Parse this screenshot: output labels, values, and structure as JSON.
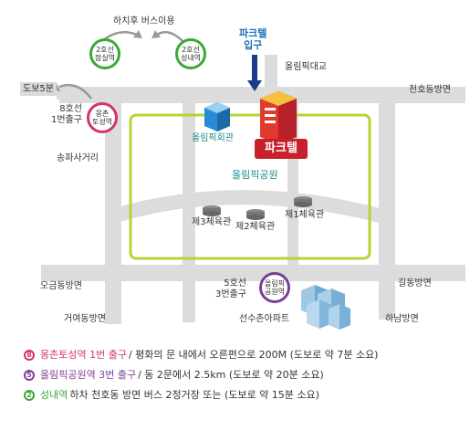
{
  "map": {
    "bus_transfer_label": "하치후 버스이용",
    "parktel_entrance_label": "파크텔\n입구",
    "olympic_bridge_label": "올림픽대교",
    "cheonho_dong_label": "천호동방면",
    "dobo5_label": "도보5분",
    "line8_exit_label": "8호선\n1번출구",
    "songpa_label": "송파사거리",
    "olympic_hall_label": "올림픽회관",
    "parktel_sign": "파크텔",
    "olympic_park_label": "올림픽공원",
    "gym3_label": "제3체육관",
    "gym2_label": "제2체육관",
    "gym1_label": "제1체육관",
    "ogeum_label": "오금동방면",
    "geoyeo_label": "거여동방면",
    "line5_exit_label": "5호선\n3번출구",
    "athletes_apt_label": "선수촌아파트",
    "gildong_label": "길동방면",
    "hanam_label": "하남방면"
  },
  "stations": {
    "jamsil": "2호선\n잠실역",
    "seongnae": "2호선\n성내역",
    "mongchon": "몽촌\n토성역",
    "olympic_park": "올림픽\n공원역"
  },
  "legend": [
    {
      "num": "8",
      "color": "#d6336c",
      "highlight": "몽촌토성역 1번 출구",
      "text": " / 평화의 문 내에서 오른편으로 200M (도보로 약 7분 소요)"
    },
    {
      "num": "5",
      "color": "#7b3f98",
      "highlight": "올림픽공원역 3번 출구",
      "text": " / 동 2문에서 2.5km (도보로 약 20분 소요)"
    },
    {
      "num": "2",
      "color": "#3aa935",
      "highlight": "성내역",
      "text": " 하차 천호동 방면 버스 2정거장 또는 (도보로 약 15분 소요)"
    }
  ],
  "colors": {
    "road": "#dcdcdc",
    "park_outline": "#b7d433",
    "line2": "#3aa935",
    "line8": "#d6336c",
    "line5": "#7b3f98",
    "teal_text": "#1b8b8a",
    "blue_text": "#1c6fb6",
    "parktel_red": "#c8202c"
  },
  "icons": [
    "arrow-up-icon",
    "arrow-down-icon",
    "building-icon",
    "gym-icon",
    "apartment-icon"
  ]
}
